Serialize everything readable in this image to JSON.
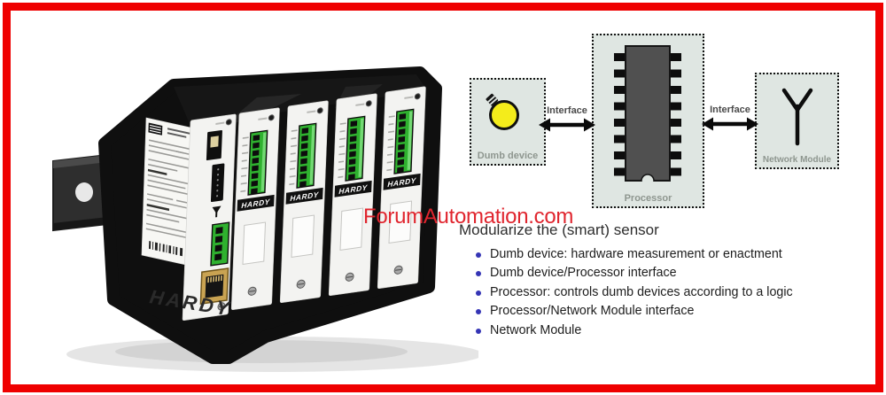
{
  "frame": {
    "border_color": "#ef0000"
  },
  "device_photo": {
    "brand_label": "HARDY"
  },
  "watermark": {
    "text": "ForumAutomation.com",
    "color": "#e0252e"
  },
  "diagram": {
    "box_bg": "#dfe6e2",
    "dumb_device": {
      "label": "Dumb device",
      "icon": "lightbulb-icon"
    },
    "processor": {
      "label": "Processor",
      "icon": "chip-icon"
    },
    "network_module": {
      "label": "Network Module",
      "icon": "antenna-icon"
    },
    "interfaces": [
      {
        "label": "Interface"
      },
      {
        "label": "Interface"
      }
    ]
  },
  "content": {
    "heading": "Modularize the (smart) sensor",
    "bullet_color": "#3535b5",
    "bullets": [
      "Dumb device: hardware measurement or enactment",
      "Dumb device/Processor interface",
      "Processor: controls dumb devices according to a logic",
      "Processor/Network Module interface",
      "Network Module"
    ]
  }
}
